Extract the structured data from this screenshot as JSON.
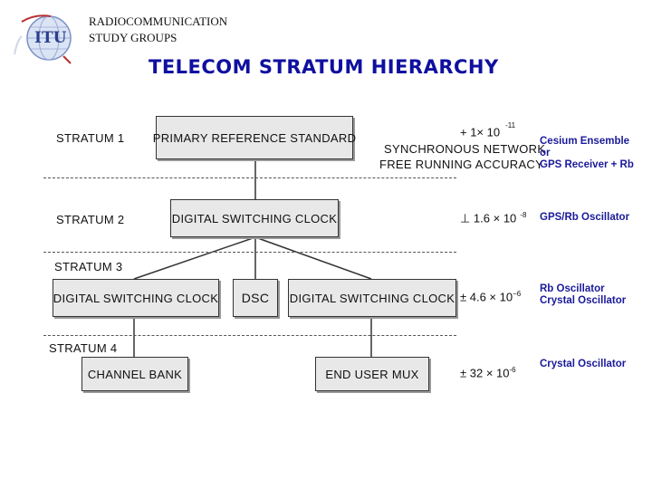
{
  "header": {
    "org_line1": "RADIOCOMMUNICATION",
    "org_line2": "STUDY GROUPS",
    "logo_text": "ITU",
    "title": "TELECOM STRATUM HIERARCHY"
  },
  "strata": [
    {
      "label": "STRATUM 1",
      "accuracy_prefix": "+ 1× 10",
      "accuracy_exp": "-11",
      "oscillator_line1": "Cesium Ensemble",
      "oscillator_line2": "or",
      "oscillator_line3": "GPS Receiver + Rb"
    },
    {
      "label": "STRATUM 2",
      "accuracy_prefix": "⊥ 1.6 × 10",
      "accuracy_exp": "-8",
      "oscillator_line1": "GPS/Rb Oscillator"
    },
    {
      "label": "STRATUM 3",
      "accuracy_prefix": "± 4.6 × 10",
      "accuracy_exp": "−6",
      "oscillator_line1": "Rb Oscillator",
      "oscillator_line2": "Crystal Oscillator"
    },
    {
      "label": "STRATUM 4",
      "accuracy_prefix": "± 32 × 10",
      "accuracy_exp": "-6",
      "oscillator_line1": "Crystal Oscillator"
    }
  ],
  "stratum1_notes": {
    "line1": "SYNCHRONOUS NETWORK",
    "line2": "FREE RUNNING ACCURACY"
  },
  "boxes": {
    "primary": "PRIMARY REFERENCE STANDARD",
    "s2_clock": "DIGITAL SWITCHING CLOCK",
    "s3_left": "DIGITAL SWITCHING CLOCK",
    "s3_dsc": "DSC",
    "s3_right": "DIGITAL SWITCHING CLOCK",
    "s4_channel": "CHANNEL BANK",
    "s4_mux": "END USER MUX"
  }
}
